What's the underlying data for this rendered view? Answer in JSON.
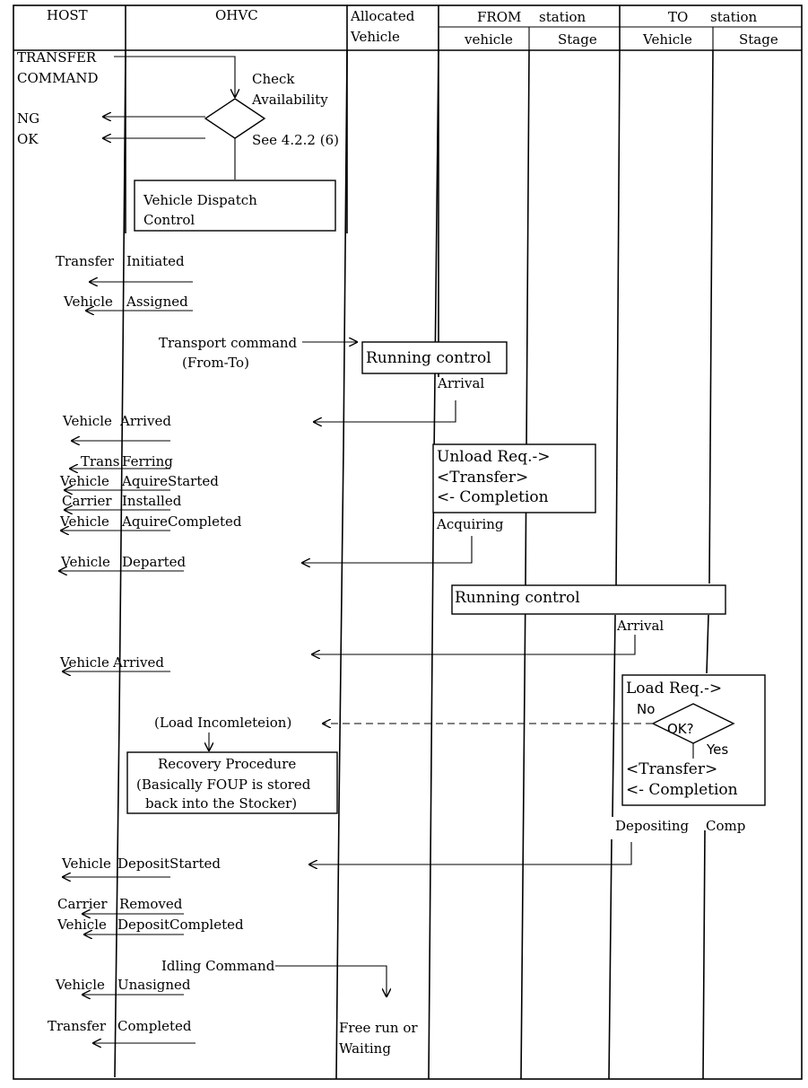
{
  "header": {
    "host": "HOST",
    "ohvc": "OHVC",
    "allocated_1": "Allocated",
    "allocated_2": "Vehicle",
    "from_station_a": "FROM",
    "from_station_b": "station",
    "from_vehicle": "vehicle",
    "from_stage": "Stage",
    "to_station_a": "TO",
    "to_station_b": "station",
    "to_vehicle": "Vehicle",
    "to_stage": "Stage"
  },
  "host_labels": {
    "transfer_command_1": "TRANSFER",
    "transfer_command_2": "COMMAND",
    "ng": "NG",
    "ok": "OK"
  },
  "ohvc_labels": {
    "check_1": "Check",
    "check_2": "Availability",
    "see_ref": "See 4.2.2 (6)",
    "dispatch_1": "Vehicle Dispatch",
    "dispatch_2": "Control",
    "transport_1": "Transport command",
    "transport_2": "(From-To)",
    "load_incomplete": "(Load Incomleteion)",
    "recovery_1": "Recovery Procedure",
    "recovery_2": "(Basically FOUP is stored",
    "recovery_3": "back into the Stocker)",
    "idling": "Idling Command"
  },
  "events": {
    "transfer_initiated_a": "Transfer",
    "transfer_initiated_b": "Initiated",
    "vehicle_assigned_a": "Vehicle",
    "vehicle_assigned_b": "Assigned",
    "vehicle_arrived1_a": "Vehicle",
    "vehicle_arrived1_b": "Arrived",
    "transferring_a": "Trans",
    "transferring_b": "Ferring",
    "acquire_started_a": "Vehicle",
    "acquire_started_b": "AquireStarted",
    "carrier_installed_a": "Carrier",
    "carrier_installed_b": "Installed",
    "acquire_completed_a": "Vehicle",
    "acquire_completed_b": "AquireCompleted",
    "departed_a": "Vehicle",
    "departed_b": "Departed",
    "vehicle_arrived2_a": "Vehicle",
    "vehicle_arrived2_b": "Arrived",
    "deposit_started_a": "Vehicle",
    "deposit_started_b": "DepositStarted",
    "carrier_removed_a": "Carrier",
    "carrier_removed_b": "Removed",
    "deposit_completed_a": "Vehicle",
    "deposit_completed_b": "DepositCompleted",
    "unassigned_a": "Vehicle",
    "unassigned_b": "Unasigned",
    "transfer_completed_a": "Transfer",
    "transfer_completed_b": "Completed"
  },
  "vehicle_labels": {
    "running_control_1": "Running control",
    "arrival_1": "Arrival",
    "unload_1": "Unload Req.->",
    "unload_2": "<Transfer>",
    "unload_3": "<- Completion",
    "acquiring": "Acquiring",
    "running_control_2": "Running control",
    "arrival_2": "Arrival",
    "free_run_1": "Free run or",
    "free_run_2": "Waiting"
  },
  "to_station_labels": {
    "load_1": "Load Req.->",
    "no": "No",
    "ok_q": "OK?",
    "yes": "Yes",
    "load_2": "<Transfer>",
    "load_3": "<- Completion",
    "depositing": "Depositing",
    "comp": "Comp"
  }
}
